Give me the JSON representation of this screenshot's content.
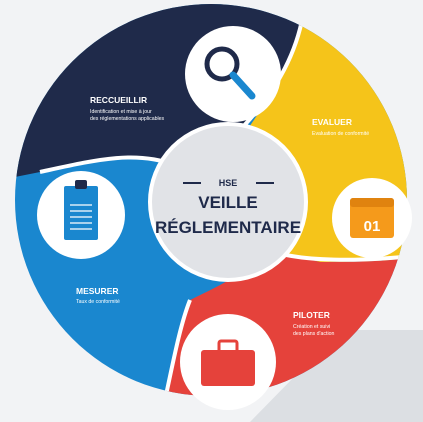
{
  "center": {
    "label": "HSE",
    "title_line1": "VEILLE",
    "title_line2": "RÉGLEMENTAIRE"
  },
  "segments": {
    "reccueillir": {
      "title": "RECCUEILLIR",
      "desc_line1": "Identification et mise à jour",
      "desc_line2": "des réglementations applicables",
      "color": "#1f2a4a",
      "icon": "magnifier-icon"
    },
    "evaluer": {
      "title": "EVALUER",
      "desc_line1": "Evaluation de conformité",
      "color": "#f5c41a",
      "icon": "calendar-icon",
      "icon_text": "01"
    },
    "piloter": {
      "title": "PILOTER",
      "desc_line1": "Création et suivi",
      "desc_line2": "des plans d'action",
      "color": "#e5423b",
      "icon": "briefcase-icon"
    },
    "mesurer": {
      "title": "MESURER",
      "desc_line1": "Taux de conformité",
      "color": "#1a87cf",
      "icon": "clipboard-icon"
    }
  },
  "colors": {
    "background": "#f2f3f5",
    "center_disc": "#e1e3e7",
    "navy": "#1f2a4a",
    "yellow": "#f5c41a",
    "red": "#e5423b",
    "blue": "#1a87cf",
    "shadow": "#c9cdd3"
  }
}
